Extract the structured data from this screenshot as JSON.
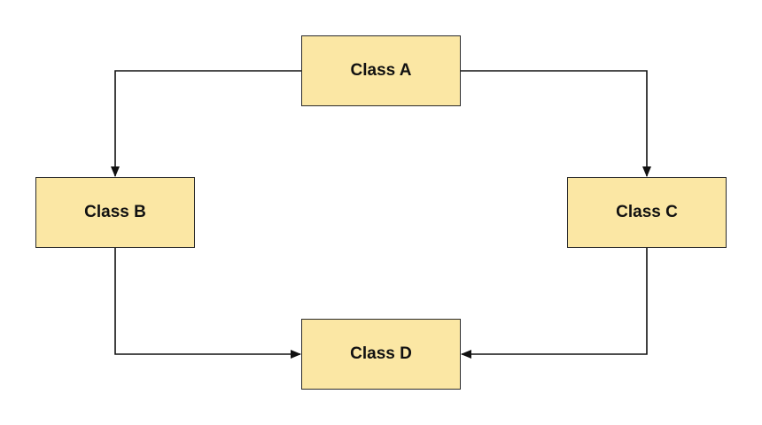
{
  "diagram": {
    "nodes": [
      {
        "id": "a",
        "label": "Class A"
      },
      {
        "id": "b",
        "label": "Class B"
      },
      {
        "id": "c",
        "label": "Class C"
      },
      {
        "id": "d",
        "label": "Class D"
      }
    ],
    "edges": [
      {
        "from": "Class A",
        "to": "Class B"
      },
      {
        "from": "Class A",
        "to": "Class C"
      },
      {
        "from": "Class B",
        "to": "Class D"
      },
      {
        "from": "Class C",
        "to": "Class D"
      }
    ],
    "colors": {
      "node_fill": "#fbe7a4",
      "node_border": "#2b2b2b",
      "edge": "#111111"
    }
  }
}
